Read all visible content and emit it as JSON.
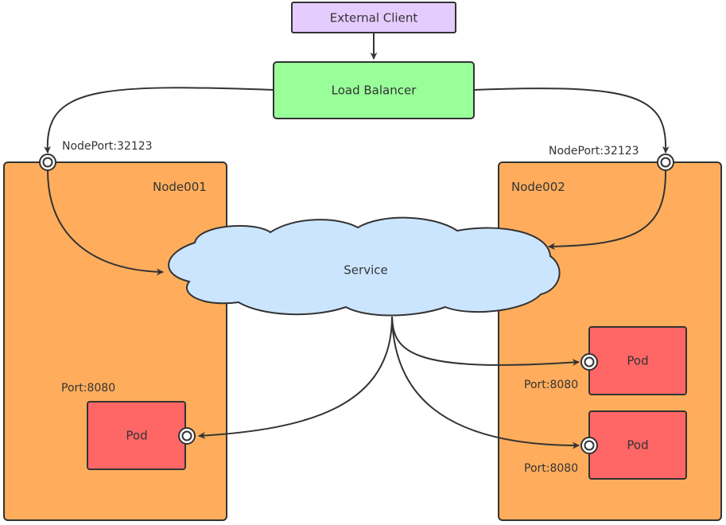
{
  "external_client": {
    "label": "External Client"
  },
  "load_balancer": {
    "label": "Load Balancer"
  },
  "service": {
    "label": "Service"
  },
  "nodes": [
    {
      "name": "Node001",
      "nodeport_label": "NodePort:32123",
      "pods": [
        {
          "label": "Pod",
          "port_label": "Port:8080"
        }
      ]
    },
    {
      "name": "Node002",
      "nodeport_label": "NodePort:32123",
      "pods": [
        {
          "label": "Pod",
          "port_label": "Port:8080"
        },
        {
          "label": "Pod",
          "port_label": "Port:8080"
        }
      ]
    }
  ],
  "colors": {
    "client_fill": "#e5ccff",
    "balancer_fill": "#99ff99",
    "node_fill": "#ffad5c",
    "pod_fill": "#ff6666",
    "service_fill": "#cce5ff",
    "stroke": "#333333"
  }
}
